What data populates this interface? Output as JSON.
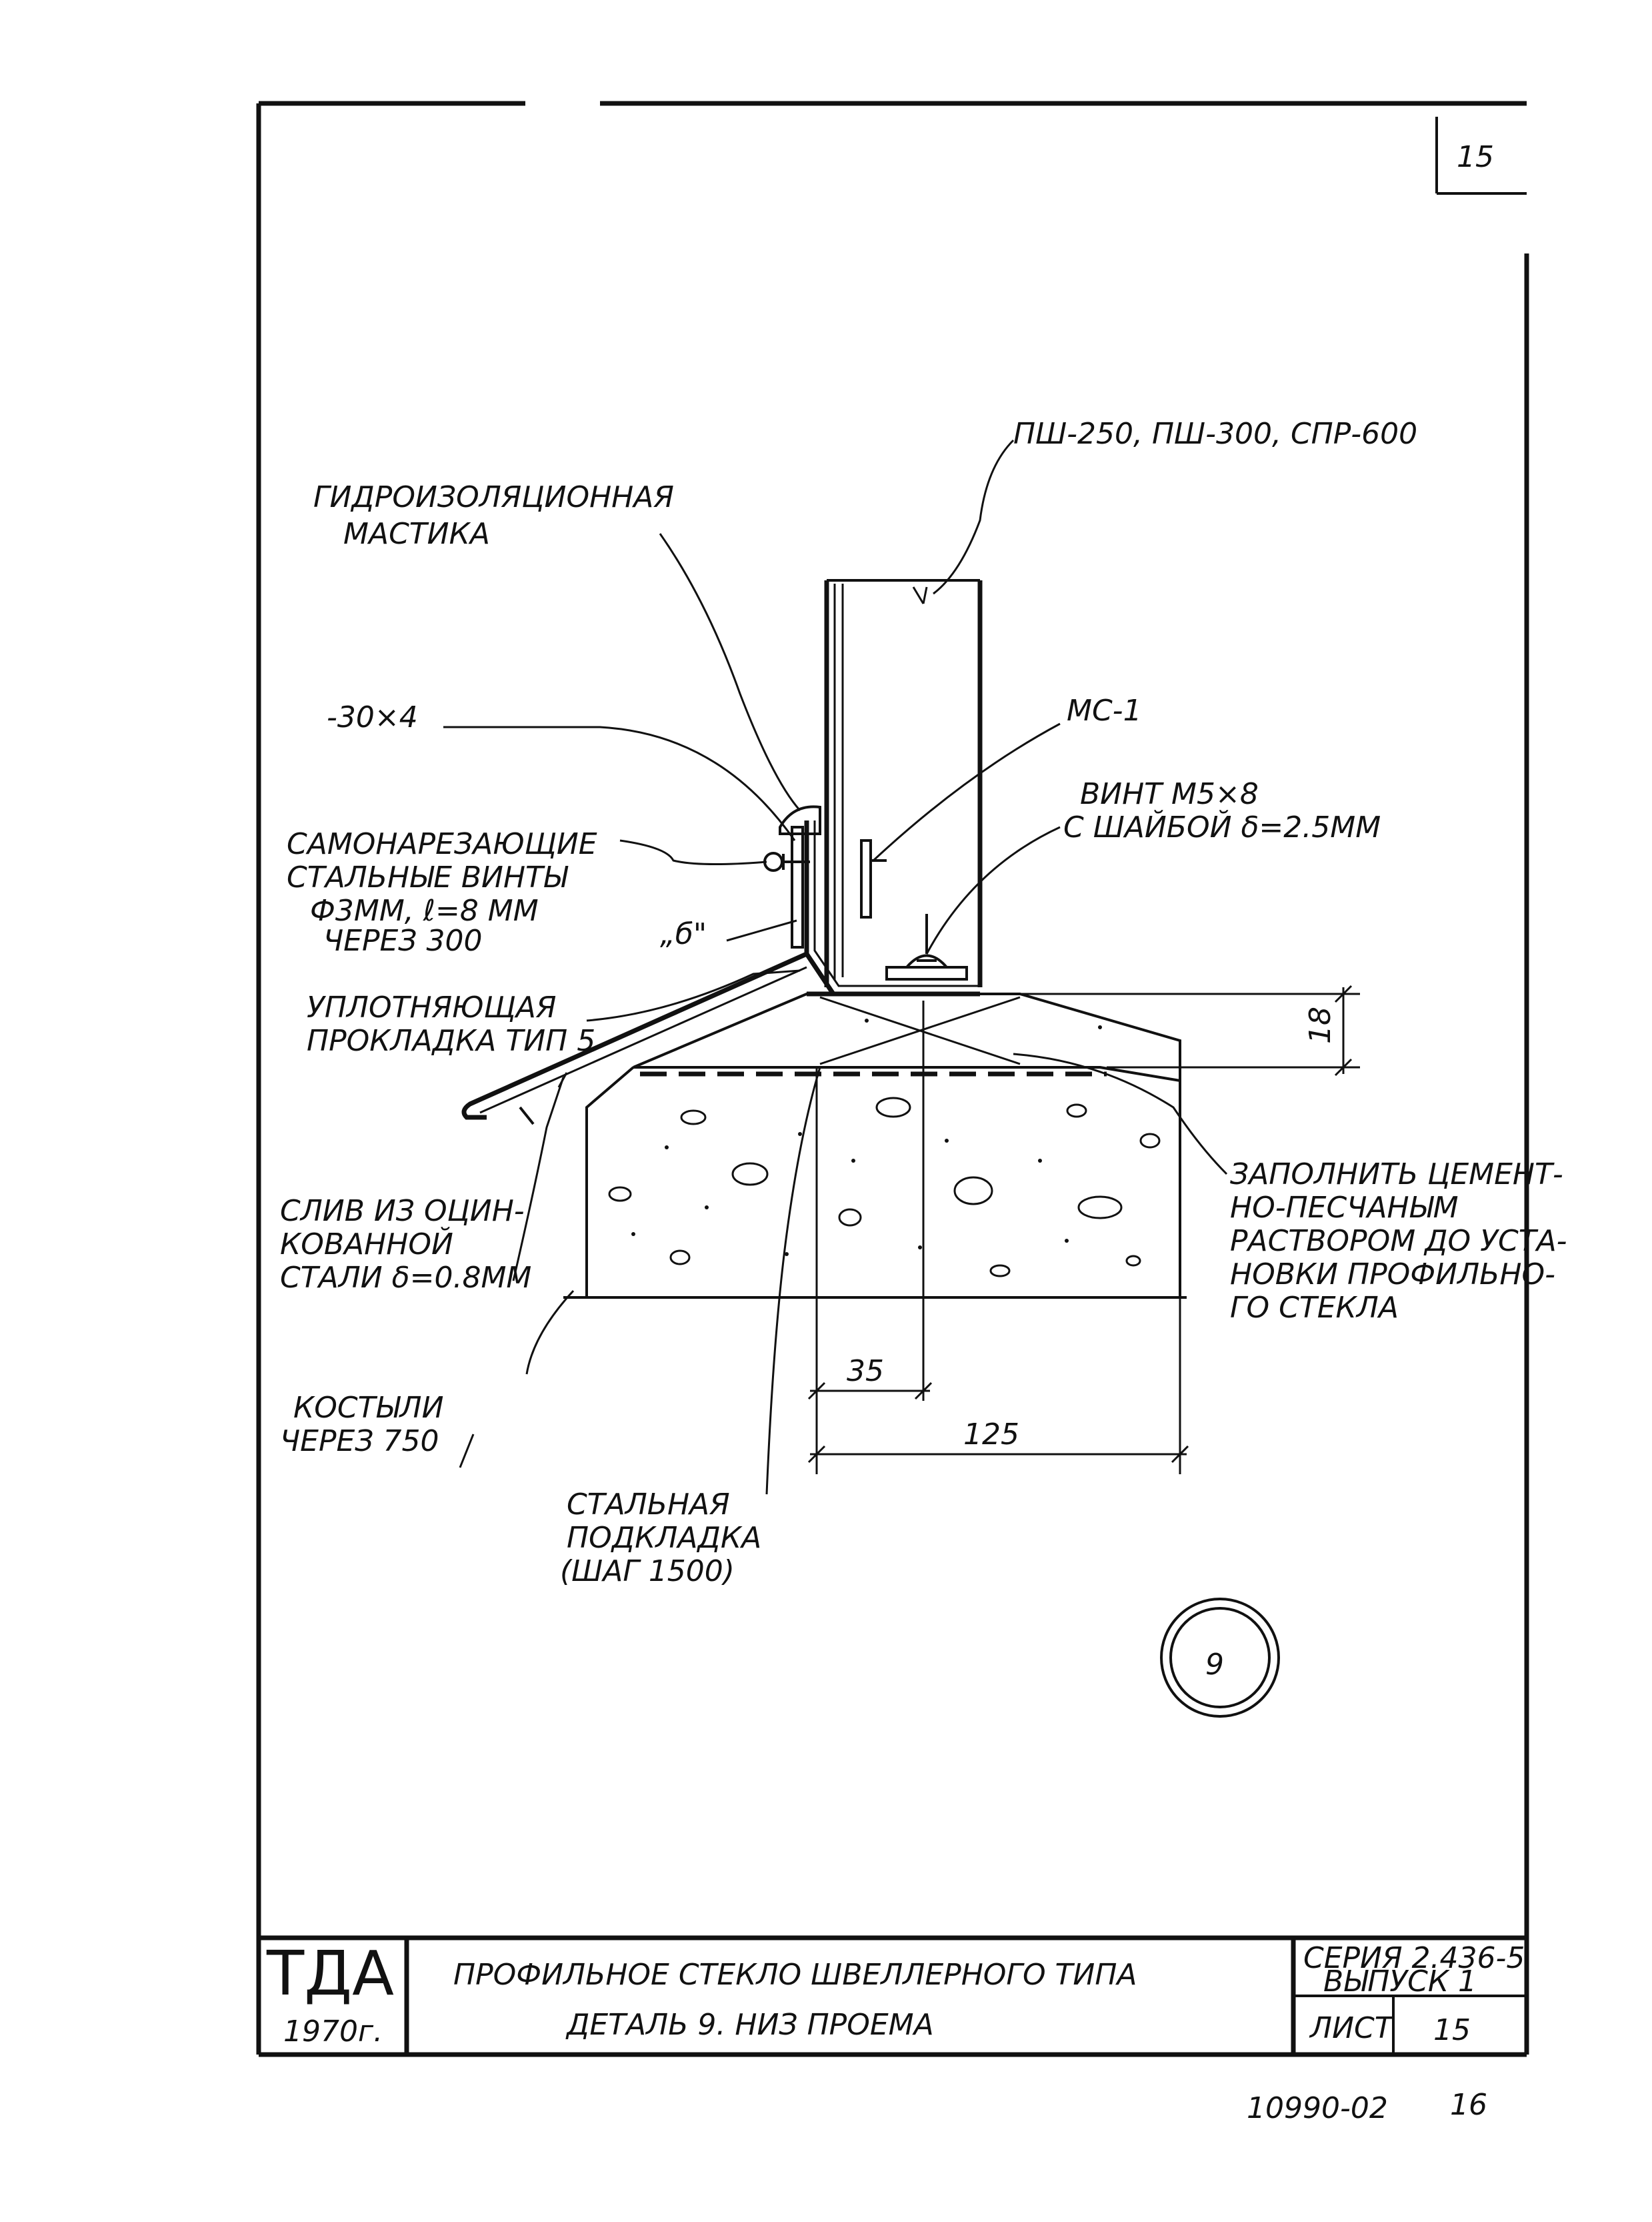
{
  "sheet_corner_number": "15",
  "labels": {
    "profiles": "ПШ-250, ПШ-300, СПР-600",
    "mastic_line1": "ГИДРОИЗОЛЯЦИОННАЯ",
    "mastic_line2": "МАСТИКА",
    "strip": "-30×4",
    "ms1": "МС-1",
    "screw_line1": "ВИНТ М5×8",
    "screw_line2": "С ШАЙБОЙ δ=2.5ММ",
    "selftap_line1": "САМОНАРЕЗАЮЩИЕ",
    "selftap_line2": "СТАЛЬНЫЕ ВИНТЫ",
    "selftap_line3": "Ф3ММ, ℓ=8 ММ",
    "selftap_line4": "ЧЕРЕЗ 300",
    "detail_b": "„б\"",
    "gasket_line1": "УПЛОТНЯЮЩАЯ",
    "gasket_line2": "ПРОКЛАДКА ТИП 5",
    "fill_line1": "ЗАПОЛНИТЬ ЦЕМЕНТ-",
    "fill_line2": "НО-ПЕСЧАНЫМ",
    "fill_line3": "РАСТВОРОМ ДО УСТА-",
    "fill_line4": "НОВКИ ПРОФИЛЬНО-",
    "fill_line5": "ГО СТЕКЛА",
    "drip_line1": "СЛИВ ИЗ ОЦИН-",
    "drip_line2": "КОВАННОЙ",
    "drip_line3": "СТАЛИ δ=0.8ММ",
    "crutch_line1": "КОСТЫЛИ",
    "crutch_line2": "ЧЕРЕЗ 750",
    "plate_line1": "СТАЛЬНАЯ",
    "plate_line2": "ПОДКЛАДКА",
    "plate_line3": "(ШАГ 1500)"
  },
  "dimensions": {
    "d18": "18",
    "d35": "35",
    "d125": "125"
  },
  "detail_marker": "9",
  "title_block": {
    "org": "ТДА",
    "year": "1970г.",
    "title_line1": "ПРОФИЛЬНОЕ СТЕКЛО ШВЕЛЛЕРНОГО ТИПА",
    "title_line2": "ДЕТАЛЬ 9. НИЗ ПРОЕМА",
    "series_line1": "СЕРИЯ 2.436-5",
    "series_line2": "ВЫПУСК 1",
    "sheet_label": "ЛИСТ",
    "sheet_number": "15"
  },
  "doc_number": "10990-02",
  "doc_page": "16"
}
